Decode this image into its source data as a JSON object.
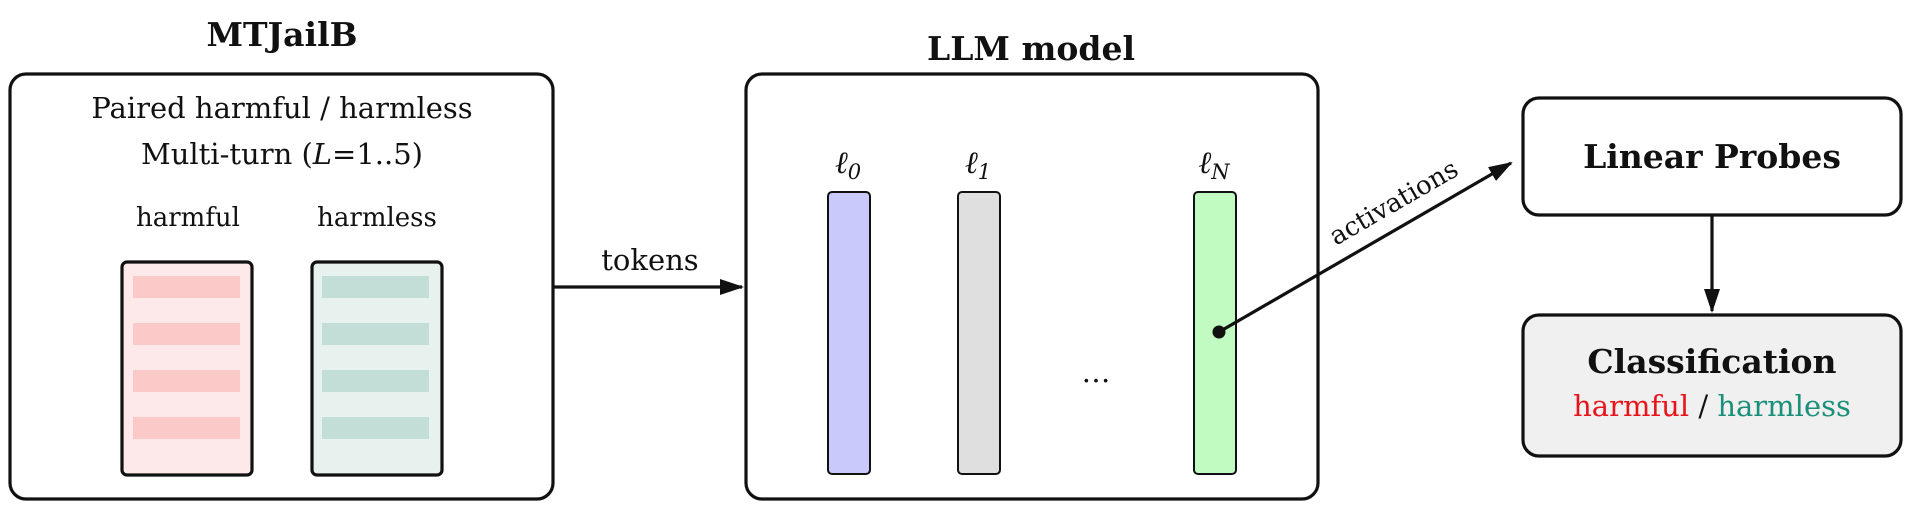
{
  "dataset": {
    "title": "MTJailB",
    "desc_line1": "Paired harmful / harmless",
    "desc_line2_prefix": "Multi-turn (",
    "desc_line2_var": "L",
    "desc_line2_suffix": "=1..5)",
    "harmful_label": "harmful",
    "harmless_label": "harmless"
  },
  "tokens_label": "tokens",
  "model": {
    "title": "LLM model",
    "layers": [
      {
        "symbol": "ℓ",
        "sub": "0"
      },
      {
        "symbol": "ℓ",
        "sub": "1"
      },
      {
        "symbol": "ℓ",
        "sub": "N"
      }
    ],
    "ellipsis": "…"
  },
  "activations_label": "activations",
  "probes": {
    "title": "Linear Probes"
  },
  "classification": {
    "title": "Classification",
    "harmful": "harmful",
    "separator": " / ",
    "harmless": "harmless"
  },
  "colors": {
    "harmful_text": "#e8141c",
    "harmless_text": "#1a8f7a",
    "harmful_doc_bg": "#fde9e9",
    "harmful_doc_line": "#fcc9c9",
    "harmless_doc_bg": "#e7f1ee",
    "harmless_doc_line": "#c3ddd7",
    "layer0": "#c9c9fb",
    "layer1": "#dfdfdf",
    "layerN": "#c2fbc2",
    "classification_bg": "#f0f0f0"
  }
}
